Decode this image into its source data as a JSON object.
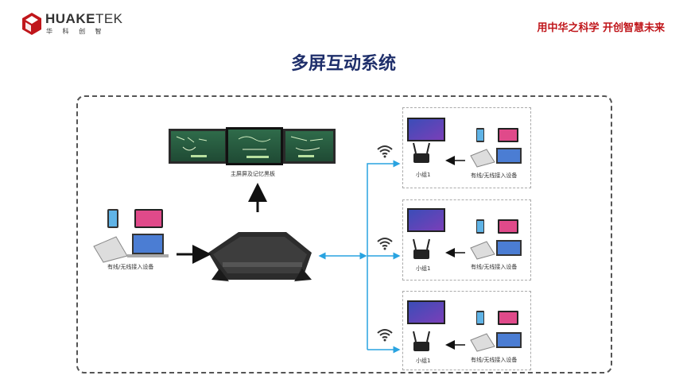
{
  "brand": {
    "name_part1": "HUAKE",
    "name_part2": "TEK",
    "subtitle": "华 科 创 智"
  },
  "slogan": "用中华之科学 开创智慧未来",
  "title": "多屏互动系统",
  "main_screen_label": "主屏屏及记忆黑板",
  "source_devices_label": "有线/无线接入设备",
  "groups": [
    {
      "name": "小组1",
      "devices_label": "有线/无线接入设备"
    },
    {
      "name": "小组1",
      "devices_label": "有线/无线接入设备"
    },
    {
      "name": "小组1",
      "devices_label": "有线/无线接入设备"
    }
  ],
  "colors": {
    "accent_red": "#c0161b",
    "title_blue": "#1f2f6b",
    "link_blue": "#29a3e0"
  }
}
